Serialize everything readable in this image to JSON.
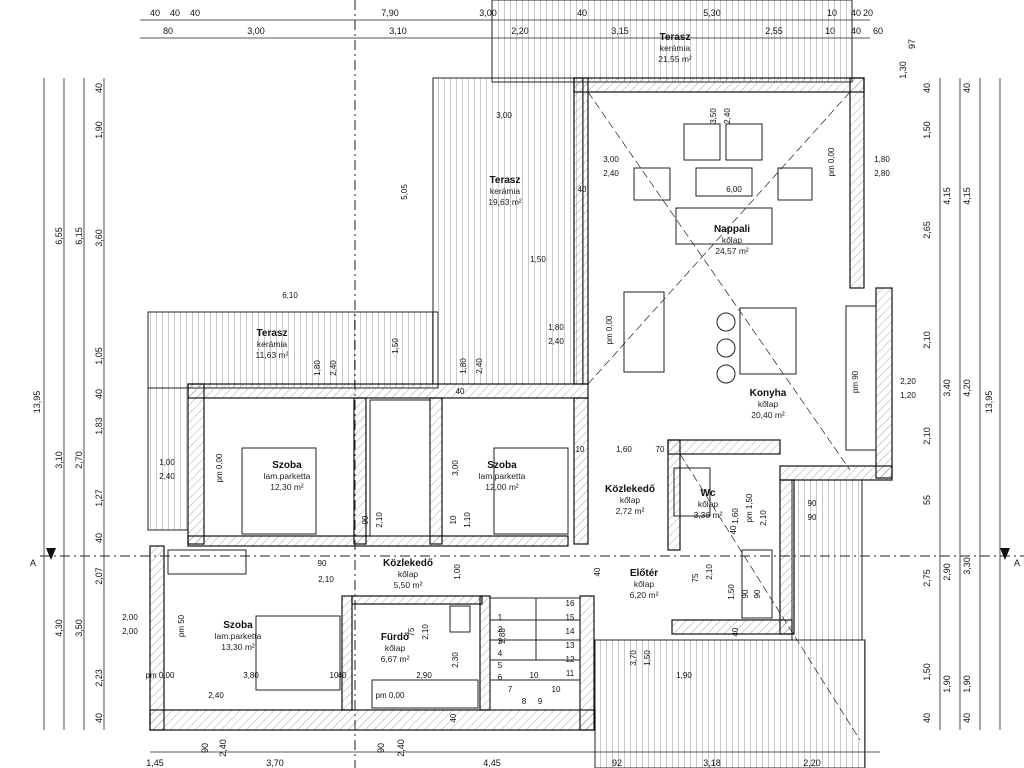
{
  "rooms": [
    {
      "id": "terasz-top",
      "name": "Terasz",
      "material": "kerámia",
      "area": "21,55 m²"
    },
    {
      "id": "terasz-mid",
      "name": "Terasz",
      "material": "kerámia",
      "area": "19,63 m²"
    },
    {
      "id": "terasz-left",
      "name": "Terasz",
      "material": "kerámia",
      "area": "11,63 m²"
    },
    {
      "id": "nappali",
      "name": "Nappali",
      "material": "kőlap",
      "area": "24,57 m²"
    },
    {
      "id": "konyha",
      "name": "Konyha",
      "material": "kőlap",
      "area": "20,40 m²"
    },
    {
      "id": "szoba1",
      "name": "Szoba",
      "material": "lam.parketta",
      "area": "12,30 m²"
    },
    {
      "id": "szoba2",
      "name": "Szoba",
      "material": "lam.parketta",
      "area": "12,00 m²"
    },
    {
      "id": "kozlekedo1",
      "name": "Közlekedő",
      "material": "kőlap",
      "area": "2,72 m²"
    },
    {
      "id": "wc",
      "name": "Wc",
      "material": "kőlap",
      "area": "3,36 m²"
    },
    {
      "id": "kozlekedo2",
      "name": "Közlekedő",
      "material": "kőlap",
      "area": "5,50 m²"
    },
    {
      "id": "eloter",
      "name": "Előtér",
      "material": "kőlap",
      "area": "6,20 m²"
    },
    {
      "id": "szoba3",
      "name": "Szoba",
      "material": "lam.parketta",
      "area": "13,30 m²"
    },
    {
      "id": "furdo",
      "name": "Fürdő",
      "material": "kőlap",
      "area": "6,67 m²"
    }
  ],
  "dimensions_top_row1": [
    "40",
    "40",
    "40",
    "7,90",
    "3,00",
    "40",
    "5,30",
    "10",
    "40",
    "20"
  ],
  "dimensions_top_row2": [
    "80",
    "3,00",
    "3,10",
    "2,20",
    "3,15",
    "2,55",
    "10",
    "40",
    "60",
    "97"
  ],
  "dimensions_top_right": [
    "1,30"
  ],
  "dimensions_bottom": [
    "1,45",
    "90",
    "2,40",
    "3,70",
    "90",
    "2,40",
    "4,45",
    "92",
    "3,18",
    "2,20"
  ],
  "dimensions_left_outer": [
    "13,95"
  ],
  "dimensions_left_col2": [
    "6,55",
    "3,10",
    "4,30"
  ],
  "dimensions_left_col3": [
    "6,15",
    "2,70",
    "3,50"
  ],
  "dimensions_left_col4": [
    "40",
    "1,90",
    "3,60",
    "1,05",
    "40",
    "1,83",
    "1,27",
    "40",
    "2,07",
    "2,23",
    "40"
  ],
  "dimensions_right_col1": [
    "40",
    "1,50",
    "2,65",
    "2,10",
    "2,10",
    "55",
    "2,75",
    "1,50",
    "40"
  ],
  "dimensions_right_col2": [
    "4,15",
    "3,40",
    "2,90",
    "1,90"
  ],
  "dimensions_right_col3": [
    "40",
    "4,15",
    "4,20",
    "3,30",
    "1,90",
    "40"
  ],
  "dimensions_right_outer": [
    "13,95"
  ],
  "inner_dims": [
    "3,00",
    "3,50",
    "2,40",
    "3,00",
    "2,40",
    "1,80",
    "2,80",
    "6,00",
    "40",
    "pm 0,00",
    "5,05",
    "1,50",
    "6,10",
    "1,80",
    "2,40",
    "1,50",
    "1,80",
    "2,40",
    "1,80",
    "2,40",
    "40",
    "pm 0,00",
    "1,00",
    "2,40",
    "pm 0,00",
    "1,60",
    "70",
    "10",
    "90",
    "2,10",
    "90",
    "2,10",
    "10",
    "1,10",
    "3,00",
    "1,00",
    "2,10",
    "90",
    "90",
    "pm 90",
    "2,20",
    "1,20",
    "1,60",
    "pm 1,50",
    "90",
    "90",
    "75",
    "2,10",
    "1,50",
    "75",
    "2,10",
    "2,30",
    "2,00",
    "2,00",
    "pm 50",
    "3,80",
    "10",
    "2,90",
    "10",
    "1,90",
    "3,70",
    "1,50",
    "2,40",
    "pm 0,00",
    "pm 0,00",
    "40",
    "40",
    "40",
    "40",
    "40",
    "40"
  ],
  "section_marks": [
    "A",
    "A"
  ],
  "stair_numbers": [
    "16",
    "15",
    "14",
    "13",
    "12",
    "11",
    "10",
    "9",
    "8",
    "7",
    "6",
    "5",
    "4",
    "3",
    "2",
    "1",
    "2,88"
  ]
}
